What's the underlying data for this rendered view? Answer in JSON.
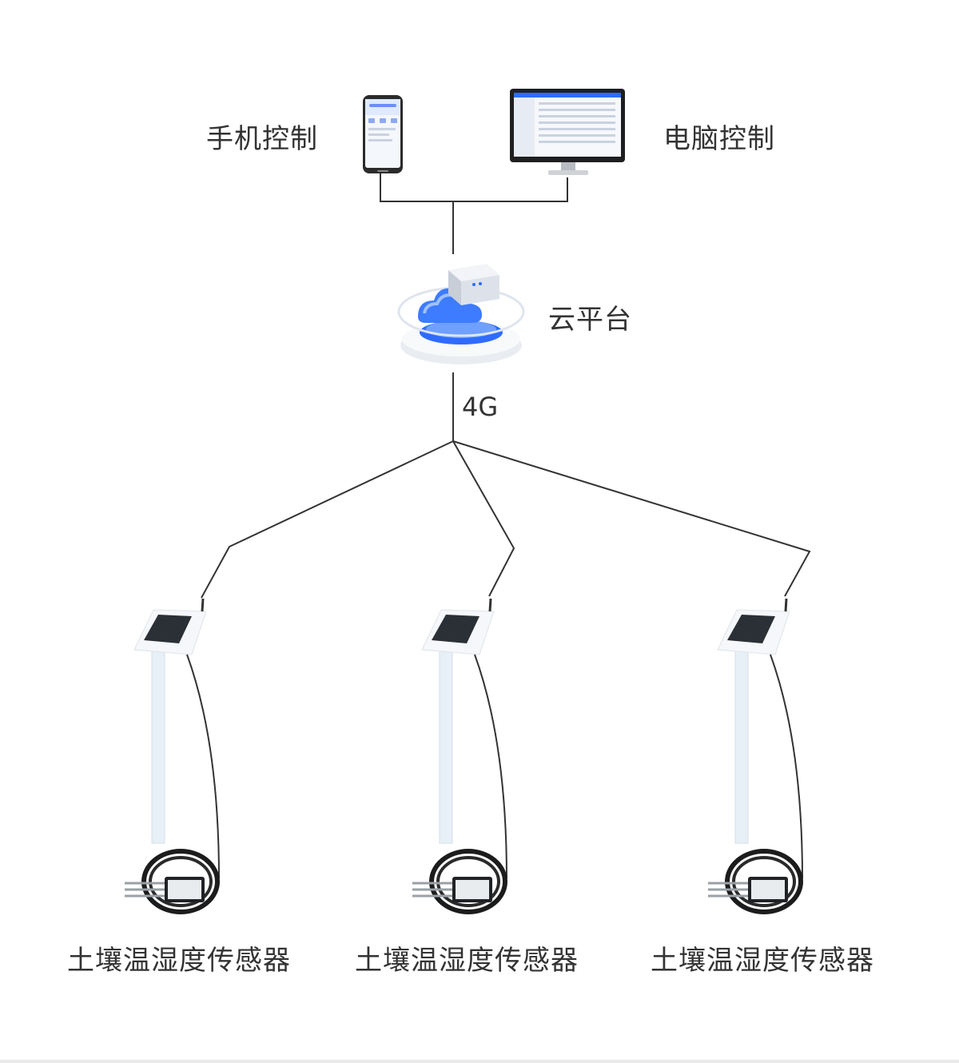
{
  "labels": {
    "phone": "手机控制",
    "computer": "电脑控制",
    "cloud": "云平台",
    "network": "4G"
  },
  "sensors": [
    {
      "label": "土壤温湿度传感器"
    },
    {
      "label": "土壤温湿度传感器"
    },
    {
      "label": "土壤温湿度传感器"
    }
  ],
  "colors": {
    "line": "#333333",
    "cloud_blue": "#2f6bff",
    "pole": "#e8f0f7",
    "panel": "#2b2f36"
  }
}
